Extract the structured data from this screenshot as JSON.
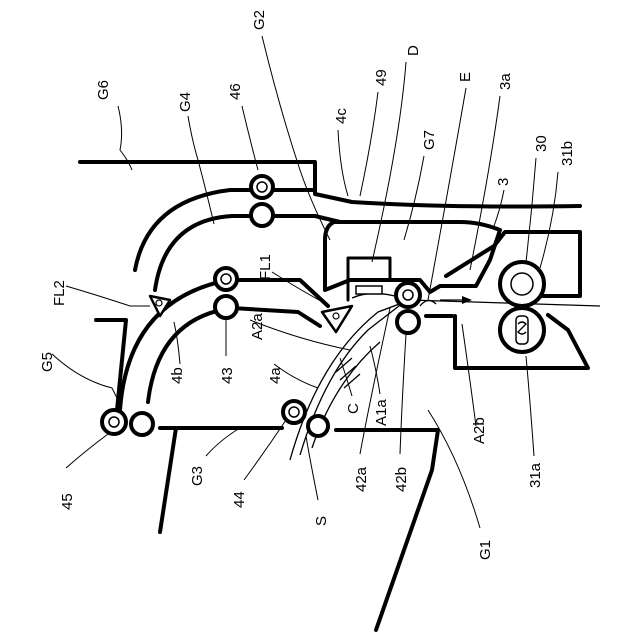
{
  "labels": {
    "G6": "G6",
    "G4": "G4",
    "n46": "46",
    "G2": "G2",
    "n49": "49",
    "D": "D",
    "E": "E",
    "n3a": "3a",
    "n4c": "4c",
    "G7": "G7",
    "n30": "30",
    "n31b": "31b",
    "n3": "3",
    "FL2": "FL2",
    "FL1": "FL1",
    "A2a": "A2a",
    "G5": "G5",
    "n4b": "4b",
    "n43": "43",
    "n4a": "4a",
    "C": "C",
    "A1a": "A1a",
    "A2b": "A2b",
    "n31a": "31a",
    "n45": "45",
    "G3": "G3",
    "n44": "44",
    "S": "S",
    "n42a": "42a",
    "n42b": "42b",
    "G1": "G1"
  }
}
